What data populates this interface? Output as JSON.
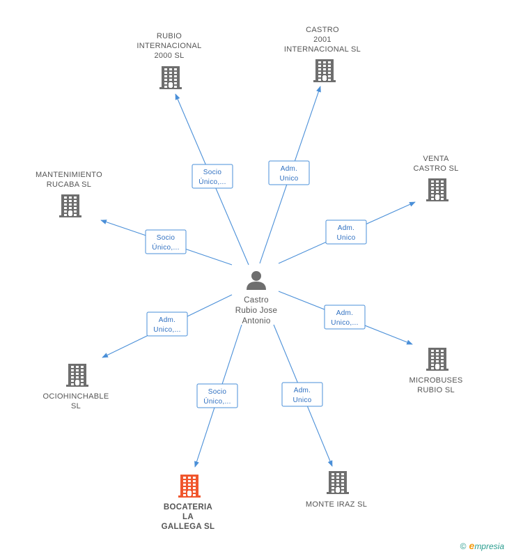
{
  "center": {
    "id": "center",
    "label_lines": [
      "Castro",
      "Rubio Jose",
      "Antonio"
    ],
    "icon": "person-icon"
  },
  "nodes": [
    {
      "id": "rubio-internacional",
      "label_lines": [
        "RUBIO",
        "INTERNACIONAL",
        "2000 SL"
      ],
      "icon": "building-icon",
      "highlight": false
    },
    {
      "id": "castro-2001",
      "label_lines": [
        "CASTRO",
        "2001",
        "INTERNACIONAL SL"
      ],
      "icon": "building-icon",
      "highlight": false
    },
    {
      "id": "venta-castro",
      "label_lines": [
        "VENTA",
        "CASTRO SL"
      ],
      "icon": "building-icon",
      "highlight": false
    },
    {
      "id": "mantenimiento-rucaba",
      "label_lines": [
        "MANTENIMIENTO",
        "RUCABA SL"
      ],
      "icon": "building-icon",
      "highlight": false
    },
    {
      "id": "microbuses-rubio",
      "label_lines": [
        "MICROBUSES",
        "RUBIO SL"
      ],
      "icon": "building-icon",
      "highlight": false
    },
    {
      "id": "ociohinchable",
      "label_lines": [
        "OCIOHINCHABLE",
        "SL"
      ],
      "icon": "building-icon",
      "highlight": false
    },
    {
      "id": "monte-iraz",
      "label_lines": [
        "MONTE IRAZ SL"
      ],
      "icon": "building-icon",
      "highlight": false
    },
    {
      "id": "bocateria-la-gallega",
      "label_lines": [
        "BOCATERIA",
        "LA",
        "GALLEGA SL"
      ],
      "icon": "building-icon",
      "highlight": true
    }
  ],
  "edges": [
    {
      "to": "rubio-internacional",
      "label_lines": [
        "Socio",
        "Único,..."
      ]
    },
    {
      "to": "castro-2001",
      "label_lines": [
        "Adm.",
        "Unico"
      ]
    },
    {
      "to": "venta-castro",
      "label_lines": [
        "Adm.",
        "Unico"
      ]
    },
    {
      "to": "mantenimiento-rucaba",
      "label_lines": [
        "Socio",
        "Único,..."
      ]
    },
    {
      "to": "microbuses-rubio",
      "label_lines": [
        "Adm.",
        "Unico,..."
      ]
    },
    {
      "to": "ociohinchable",
      "label_lines": [
        "Adm.",
        "Unico,..."
      ]
    },
    {
      "to": "monte-iraz",
      "label_lines": [
        "Adm.",
        "Unico"
      ]
    },
    {
      "to": "bocateria-la-gallega",
      "label_lines": [
        "Socio",
        "Único,..."
      ]
    }
  ],
  "colors": {
    "edge": "#4a8fd8",
    "node_icon": "#6e6e6e",
    "highlight_icon": "#f0562d",
    "edge_text": "#2e6fc0"
  },
  "footer": {
    "copyright": "©",
    "brand_initial": "e",
    "brand_rest": "mpresia"
  }
}
